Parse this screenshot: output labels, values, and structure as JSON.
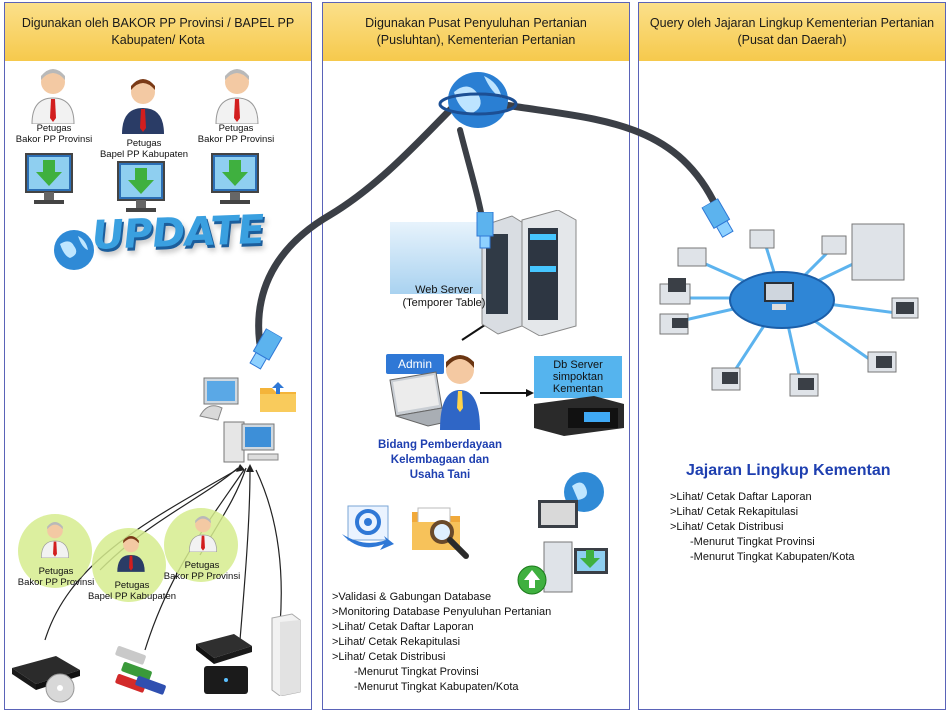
{
  "panels": {
    "left": {
      "header": "Digunakan oleh BAKOR PP Provinsi / BAPEL PP Kabupaten/ Kota"
    },
    "middle": {
      "header": "Digunakan Pusat Penyuluhan Pertanian (Pusluhtan), Kementerian Pertanian"
    },
    "right": {
      "header": "Query oleh Jajaran Lingkup Kementerian Pertanian (Pusat dan Daerah)"
    }
  },
  "left": {
    "top_users": [
      {
        "line1": "Petugas",
        "line2": "Bakor PP Provinsi"
      },
      {
        "line1": "Petugas",
        "line2": "Bapel PP Kabupaten"
      },
      {
        "line1": "Petugas",
        "line2": "Bakor PP Provinsi"
      }
    ],
    "update_text": "UPDATE",
    "bottom_users": [
      {
        "line1": "Petugas",
        "line2": "Bakor PP Provinsi"
      },
      {
        "line1": "Petugas",
        "line2": "Bapel PP Kabupaten"
      },
      {
        "line1": "Petugas",
        "line2": "Bakor PP Provinsi"
      }
    ]
  },
  "middle": {
    "web_server": {
      "line1": "Web Server",
      "line2": "(Temporer Table)"
    },
    "admin": "Admin",
    "db_server": {
      "line1": "Db Server",
      "line2": "simpoktan",
      "line3": "Kementan"
    },
    "admin_unit": {
      "line1": "Bidang Pemberdayaan",
      "line2": "Kelembagaan dan",
      "line3": "Usaha Tani"
    },
    "features": [
      ">Validasi & Gabungan Database",
      ">Monitoring Database Penyuluhan Pertanian",
      ">Lihat/ Cetak Daftar Laporan",
      ">Lihat/ Cetak Rekapitulasi",
      ">Lihat/ Cetak Distribusi",
      "-Menurut Tingkat Provinsi",
      "-Menurut Tingkat Kabupaten/Kota"
    ]
  },
  "right": {
    "title": "Jajaran Lingkup Kementan",
    "features": [
      ">Lihat/ Cetak Daftar Laporan",
      ">Lihat/ Cetak Rekapitulasi",
      ">Lihat/ Cetak Distribusi",
      "-Menurut Tingkat Provinsi",
      "-Menurut Tingkat Kabupaten/Kota"
    ]
  },
  "colors": {
    "header": "#f6c94c",
    "border": "#5a63b8",
    "title_blue": "#1e3fb0",
    "circle": "#d6ec8e"
  }
}
